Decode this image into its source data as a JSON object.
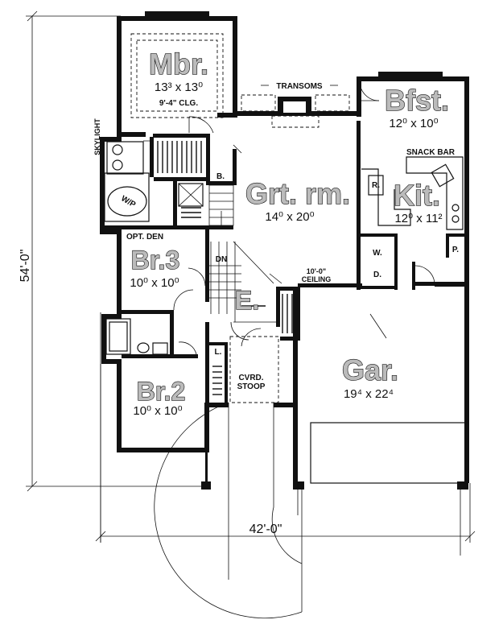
{
  "rooms": {
    "mbr": {
      "name": "Mbr.",
      "size": "13³ x 13⁰",
      "note": "9'-4\" CLG."
    },
    "bfst": {
      "name": "Bfst.",
      "size": "12⁰ x 10⁰"
    },
    "grt": {
      "name": "Grt. rm.",
      "size": "14⁰ x 20⁰"
    },
    "kit": {
      "name": "Kit.",
      "size": "12⁰ x 11²"
    },
    "br3": {
      "name": "Br.3",
      "size": "10⁰ x 10⁰"
    },
    "br2": {
      "name": "Br.2",
      "size": "10⁰ x 10⁰"
    },
    "entry": {
      "name": "E."
    },
    "gar": {
      "name": "Gar.",
      "size": "19⁴ x 22⁴"
    }
  },
  "labels": {
    "transoms": "TRANSOMS",
    "snack_bar": "SNACK BAR",
    "skylight": "SKYLIGHT",
    "wp": "W/P",
    "opt_den": "OPT. DEN",
    "dn": "DN",
    "ceiling_1": "10'-0\"",
    "ceiling_2": "CEILING",
    "b": "B.",
    "r": "R.",
    "w": "W.",
    "d": "D.",
    "p": "P.",
    "l": "L.",
    "stoop_1": "CVRD.",
    "stoop_2": "STOOP"
  },
  "dimensions": {
    "depth": "54'-0\"",
    "width": "42'-0\""
  }
}
